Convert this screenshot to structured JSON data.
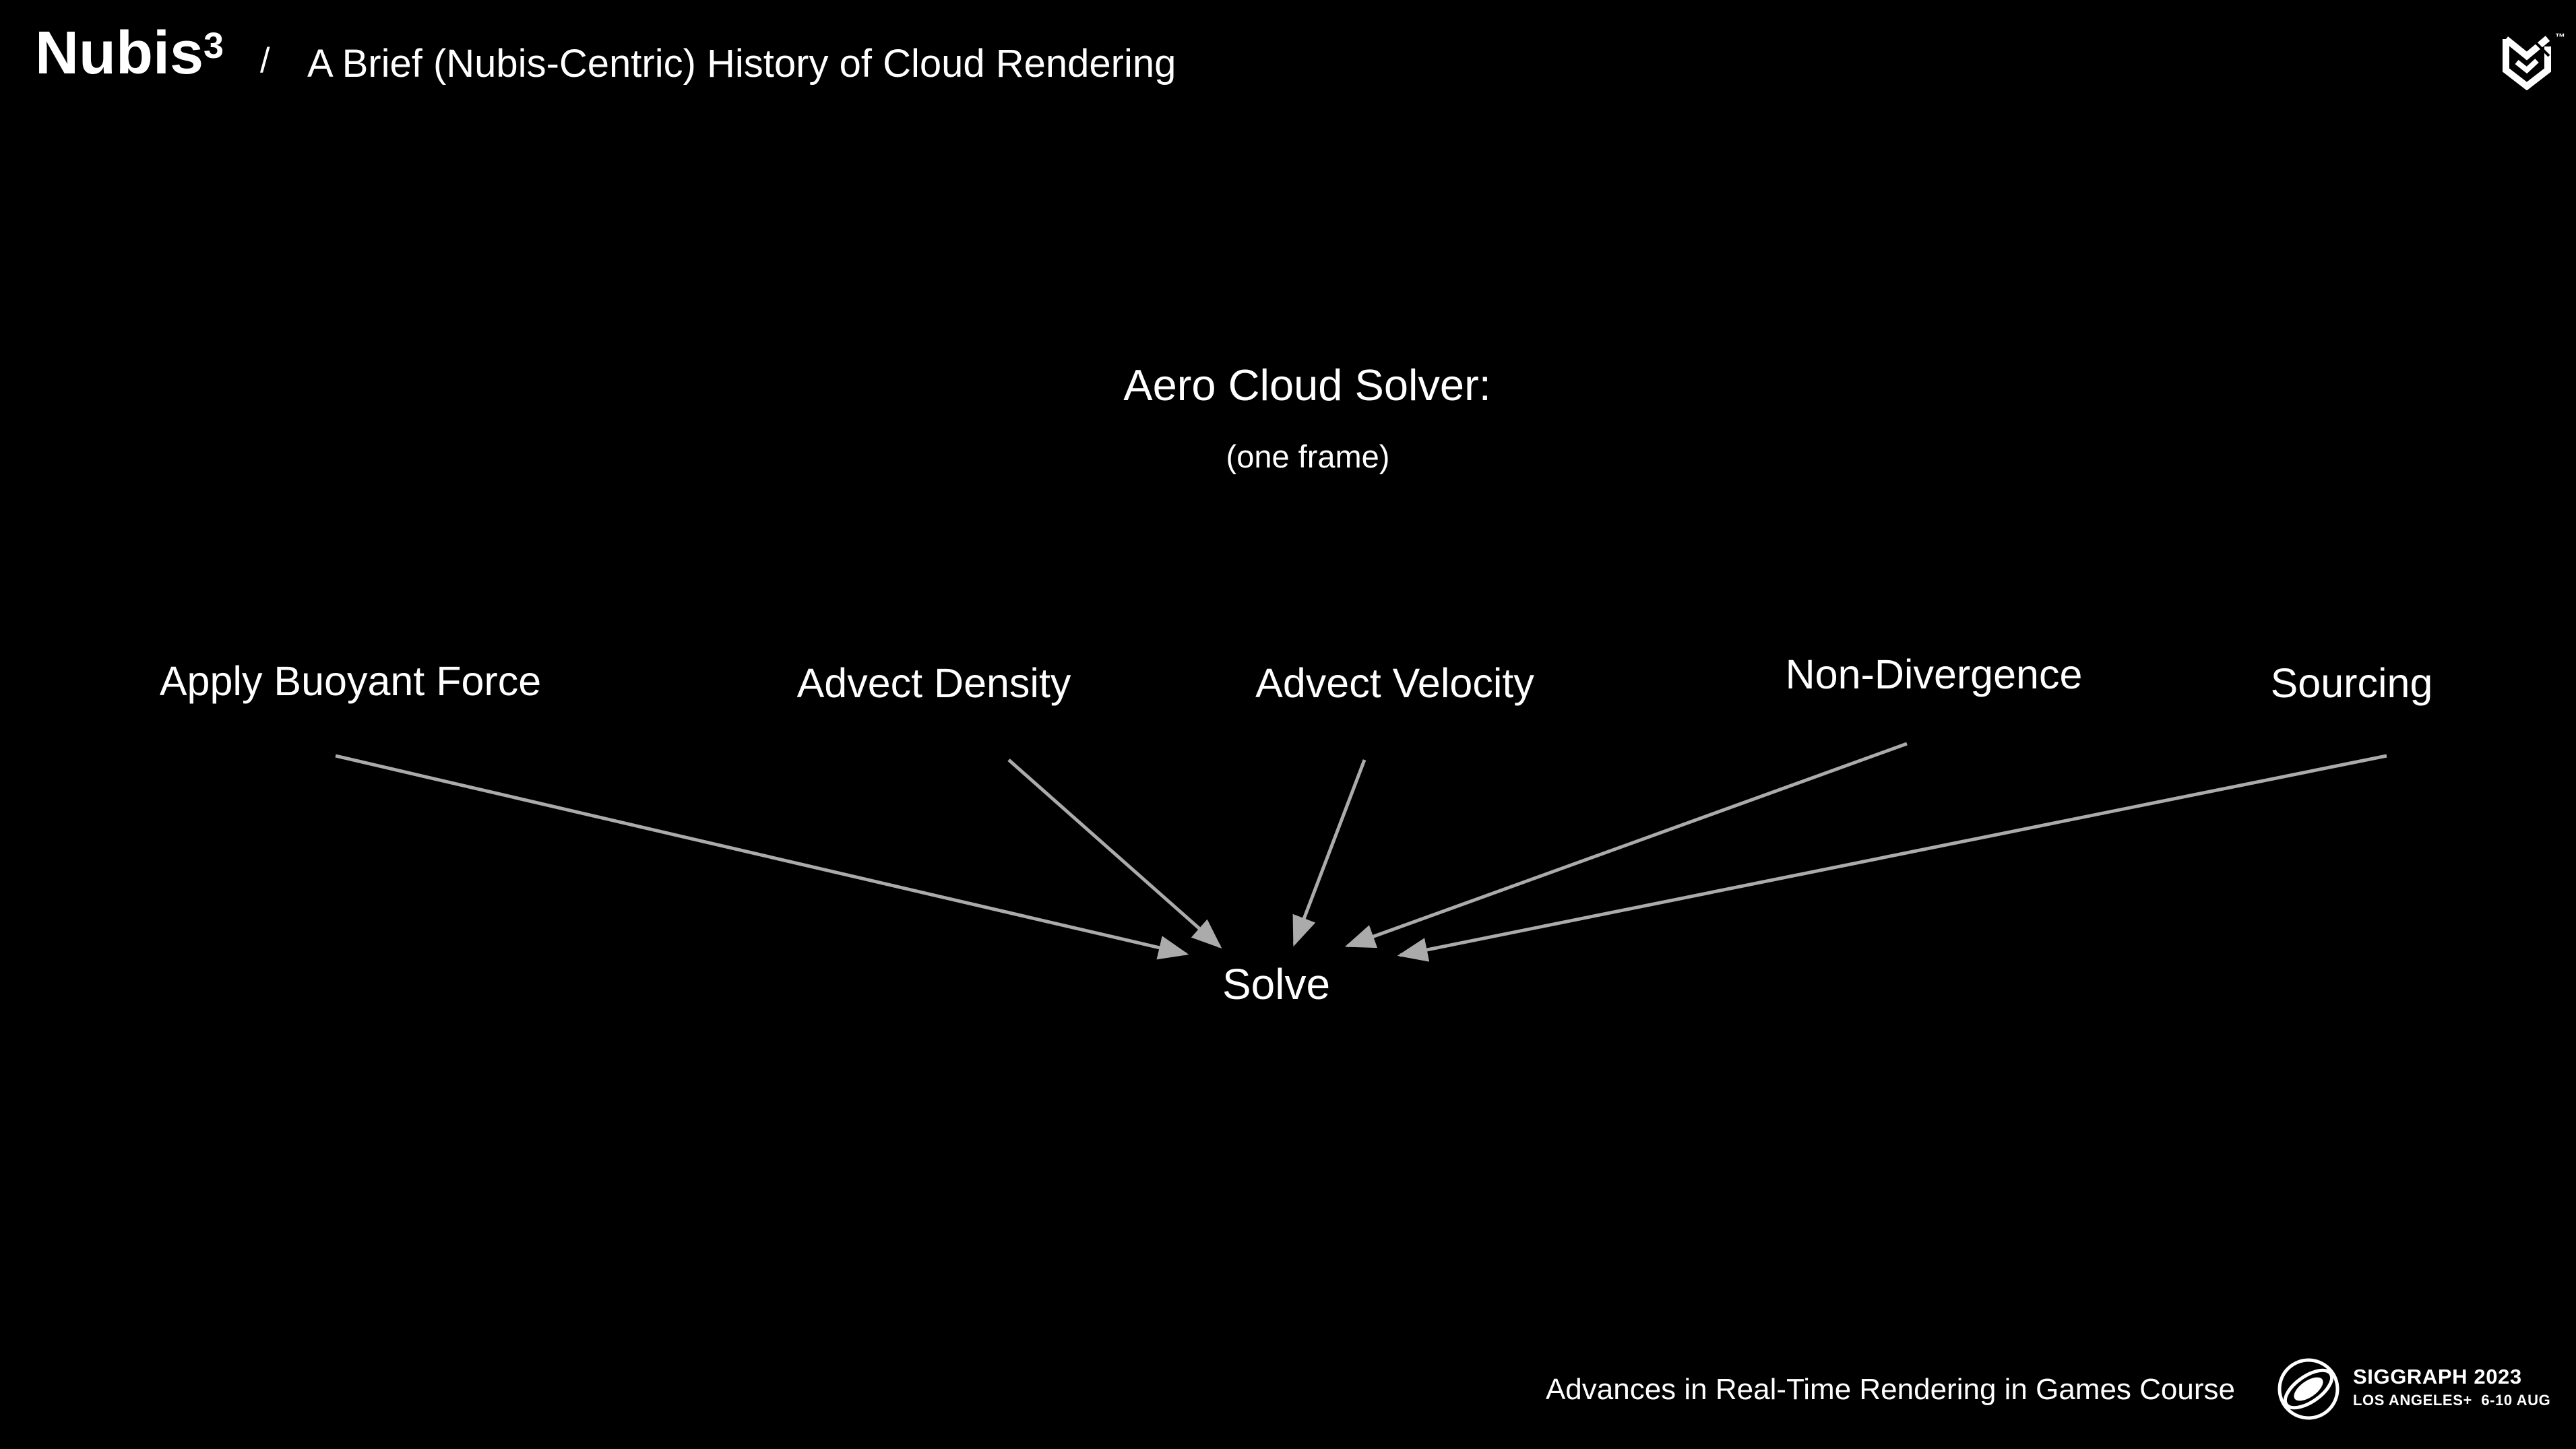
{
  "header": {
    "brand": "Nubis",
    "brand_superscript": "3",
    "separator": "/",
    "title": "A Brief (Nubis-Centric) History of Cloud Rendering",
    "brand_trademark": "™"
  },
  "diagram": {
    "heading": "Aero Cloud Solver:",
    "subheading": "(one frame)",
    "steps": [
      "Apply Buoyant Force",
      "Advect Density",
      "Advect Velocity",
      "Non-Divergence",
      "Sourcing"
    ],
    "target": "Solve",
    "edges": [
      {
        "from": "Apply Buoyant Force",
        "to": "Solve"
      },
      {
        "from": "Advect Density",
        "to": "Solve"
      },
      {
        "from": "Advect Velocity",
        "to": "Solve"
      },
      {
        "from": "Non-Divergence",
        "to": "Solve"
      },
      {
        "from": "Sourcing",
        "to": "Solve"
      }
    ]
  },
  "footer": {
    "course": "Advances in Real-Time Rendering in Games Course",
    "conference": "SIGGRAPH 2023",
    "location_dates": "LOS ANGELES+  6-10 AUG"
  },
  "colors": {
    "background": "#000000",
    "text": "#ffffff",
    "arrow": "#ababab"
  }
}
